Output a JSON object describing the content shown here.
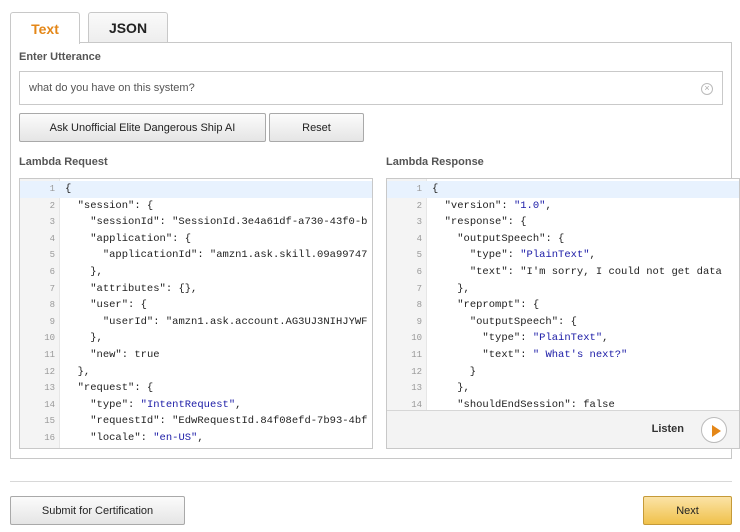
{
  "tabs": [
    {
      "label": "Text",
      "active": true
    },
    {
      "label": "JSON",
      "active": false
    }
  ],
  "utterance": {
    "label": "Enter Utterance",
    "value": "what do you have on this system?"
  },
  "buttons": {
    "ask": "Ask Unofficial Elite Dangerous Ship AI",
    "reset": "Reset",
    "submit": "Submit for Certification",
    "next": "Next"
  },
  "request": {
    "label": "Lambda Request",
    "lines": [
      "{",
      "  \"session\": {",
      "    \"sessionId\": \"SessionId.3e4a61df-a730-43f0-b",
      "    \"application\": {",
      "      \"applicationId\": \"amzn1.ask.skill.09a99747",
      "    },",
      "    \"attributes\": {},",
      "    \"user\": {",
      "      \"userId\": \"amzn1.ask.account.AG3UJ3NIHJYWF",
      "    },",
      "    \"new\": true",
      "  },",
      "  \"request\": {",
      "    \"type\": \"IntentRequest\",",
      "    \"requestId\": \"EdwRequestId.84f08efd-7b93-4bf",
      "    \"locale\": \"en-US\","
    ]
  },
  "response": {
    "label": "Lambda Response",
    "lines": [
      "{",
      "  \"version\": \"1.0\",",
      "  \"response\": {",
      "    \"outputSpeech\": {",
      "      \"type\": \"PlainText\",",
      "      \"text\": \"I'm sorry, I could not get data",
      "    },",
      "    \"reprompt\": {",
      "      \"outputSpeech\": {",
      "        \"type\": \"PlainText\",",
      "        \"text\": \" What's next?\"",
      "      }",
      "    },",
      "    \"shouldEndSession\": false"
    ],
    "listen_label": "Listen"
  },
  "colors": {
    "accent": "#e48718",
    "string": "#1a1aa6"
  }
}
